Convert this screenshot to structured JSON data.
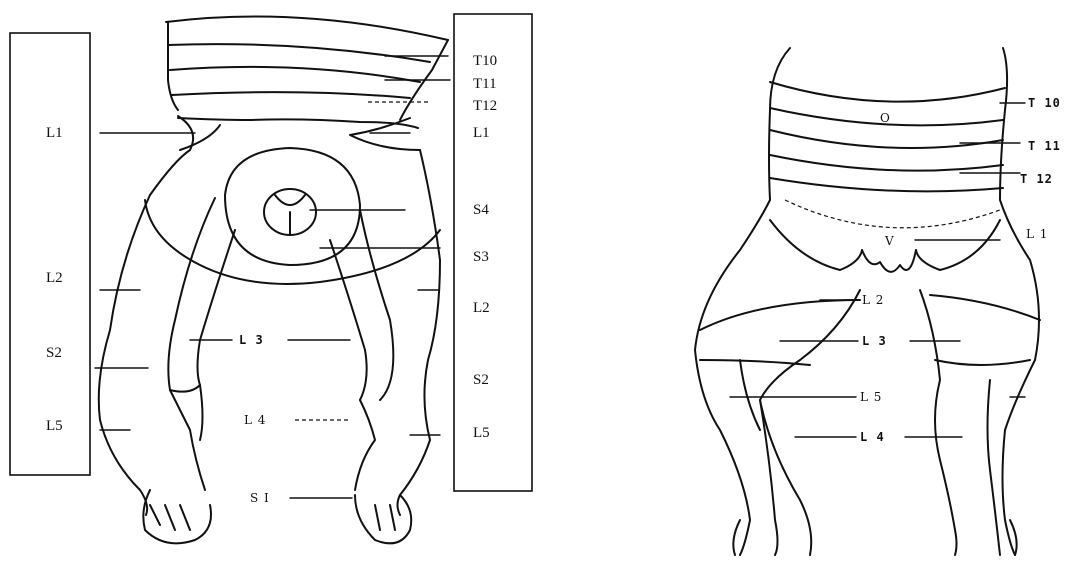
{
  "front_view": {
    "left_box_labels": [
      "L1",
      "L2",
      "S2",
      "L5"
    ],
    "right_box_labels": [
      "T10",
      "T11",
      "T12",
      "L1",
      "S4",
      "S3",
      "L2",
      "S2",
      "L5"
    ],
    "inner_labels": {
      "l3": "L 3",
      "l4": "L 4",
      "s1": "S I"
    }
  },
  "back_view": {
    "labels": {
      "t10": "T 10",
      "t11": "T 11",
      "t12": "T 12",
      "l1": "L 1",
      "l2": "L 2",
      "l3": "L 3",
      "l5": "L 5",
      "l4": "L 4",
      "navel": "O",
      "v": "V"
    }
  }
}
